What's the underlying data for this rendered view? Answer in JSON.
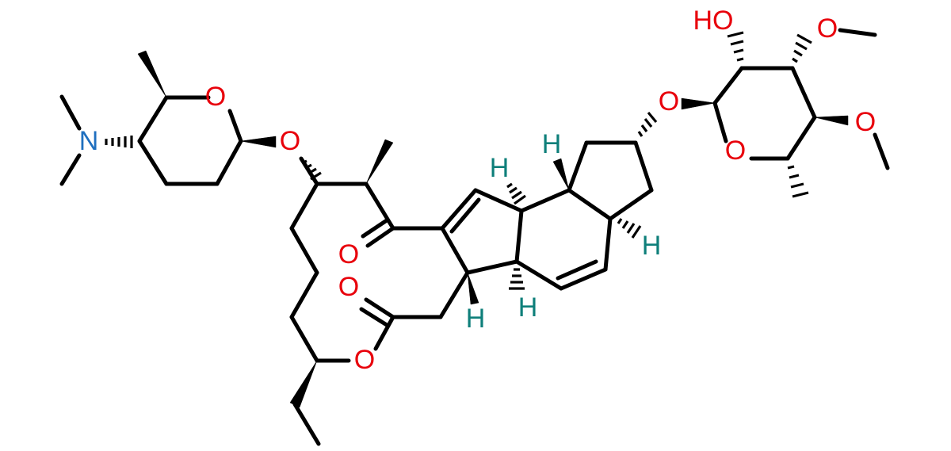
{
  "colors": {
    "bond": "#000000",
    "oxygen": "#e8000b",
    "nitrogen": "#1f6fbf",
    "hydrogen": "#0e7f7a"
  },
  "labels": {
    "n_dimethyl": "N",
    "o_ring_desosamine": "O",
    "o_glyco_left": "O",
    "o_ketone": "O",
    "o_lactone_carbonyl": "O",
    "o_lactone_ring": "O",
    "h_top_1": "H",
    "h_top_2": "H",
    "h_right": "H",
    "h_bottom_1": "H",
    "h_bottom_2": "H",
    "o_glyco_right": "O",
    "o_ring_sugar": "O",
    "ho_label": "HO",
    "o_methoxy_1": "O",
    "o_methoxy_2": "O"
  }
}
